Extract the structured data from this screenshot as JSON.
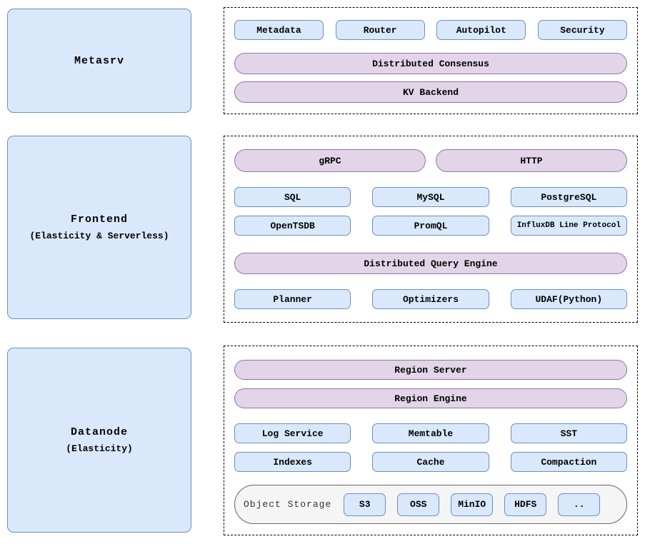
{
  "colors": {
    "node_fill": "#dae8fc",
    "node_border": "#6c8ebf",
    "pill_fill": "#e1d5e7",
    "pill_border": "#9673a6",
    "storage_fill": "#f5f5f5",
    "storage_border": "#666666",
    "panel_border": "#000000"
  },
  "metasrv": {
    "label": "Metasrv",
    "modules": [
      "Metadata",
      "Router",
      "Autopilot",
      "Security"
    ],
    "pills": [
      "Distributed Consensus",
      "KV Backend"
    ]
  },
  "frontend": {
    "label": "Frontend",
    "sublabel": "(Elasticity & Serverless)",
    "protocol_pills": [
      "gRPC",
      "HTTP"
    ],
    "protocols_row1": [
      "SQL",
      "MySQL",
      "PostgreSQL"
    ],
    "protocols_row2": [
      "OpenTSDB",
      "PromQL",
      "InfluxDB Line Protocol"
    ],
    "engine_pill": "Distributed Query Engine",
    "engine_modules": [
      "Planner",
      "Optimizers",
      "UDAF(Python)"
    ]
  },
  "datanode": {
    "label": "Datanode",
    "sublabel": "(Elasticity)",
    "pills": [
      "Region Server",
      "Region Engine"
    ],
    "modules_row1": [
      "Log Service",
      "Memtable",
      "SST"
    ],
    "modules_row2": [
      "Indexes",
      "Cache",
      "Compaction"
    ],
    "storage": {
      "label": "Object Storage",
      "options": [
        "S3",
        "OSS",
        "MinIO",
        "HDFS",
        ".."
      ]
    }
  }
}
